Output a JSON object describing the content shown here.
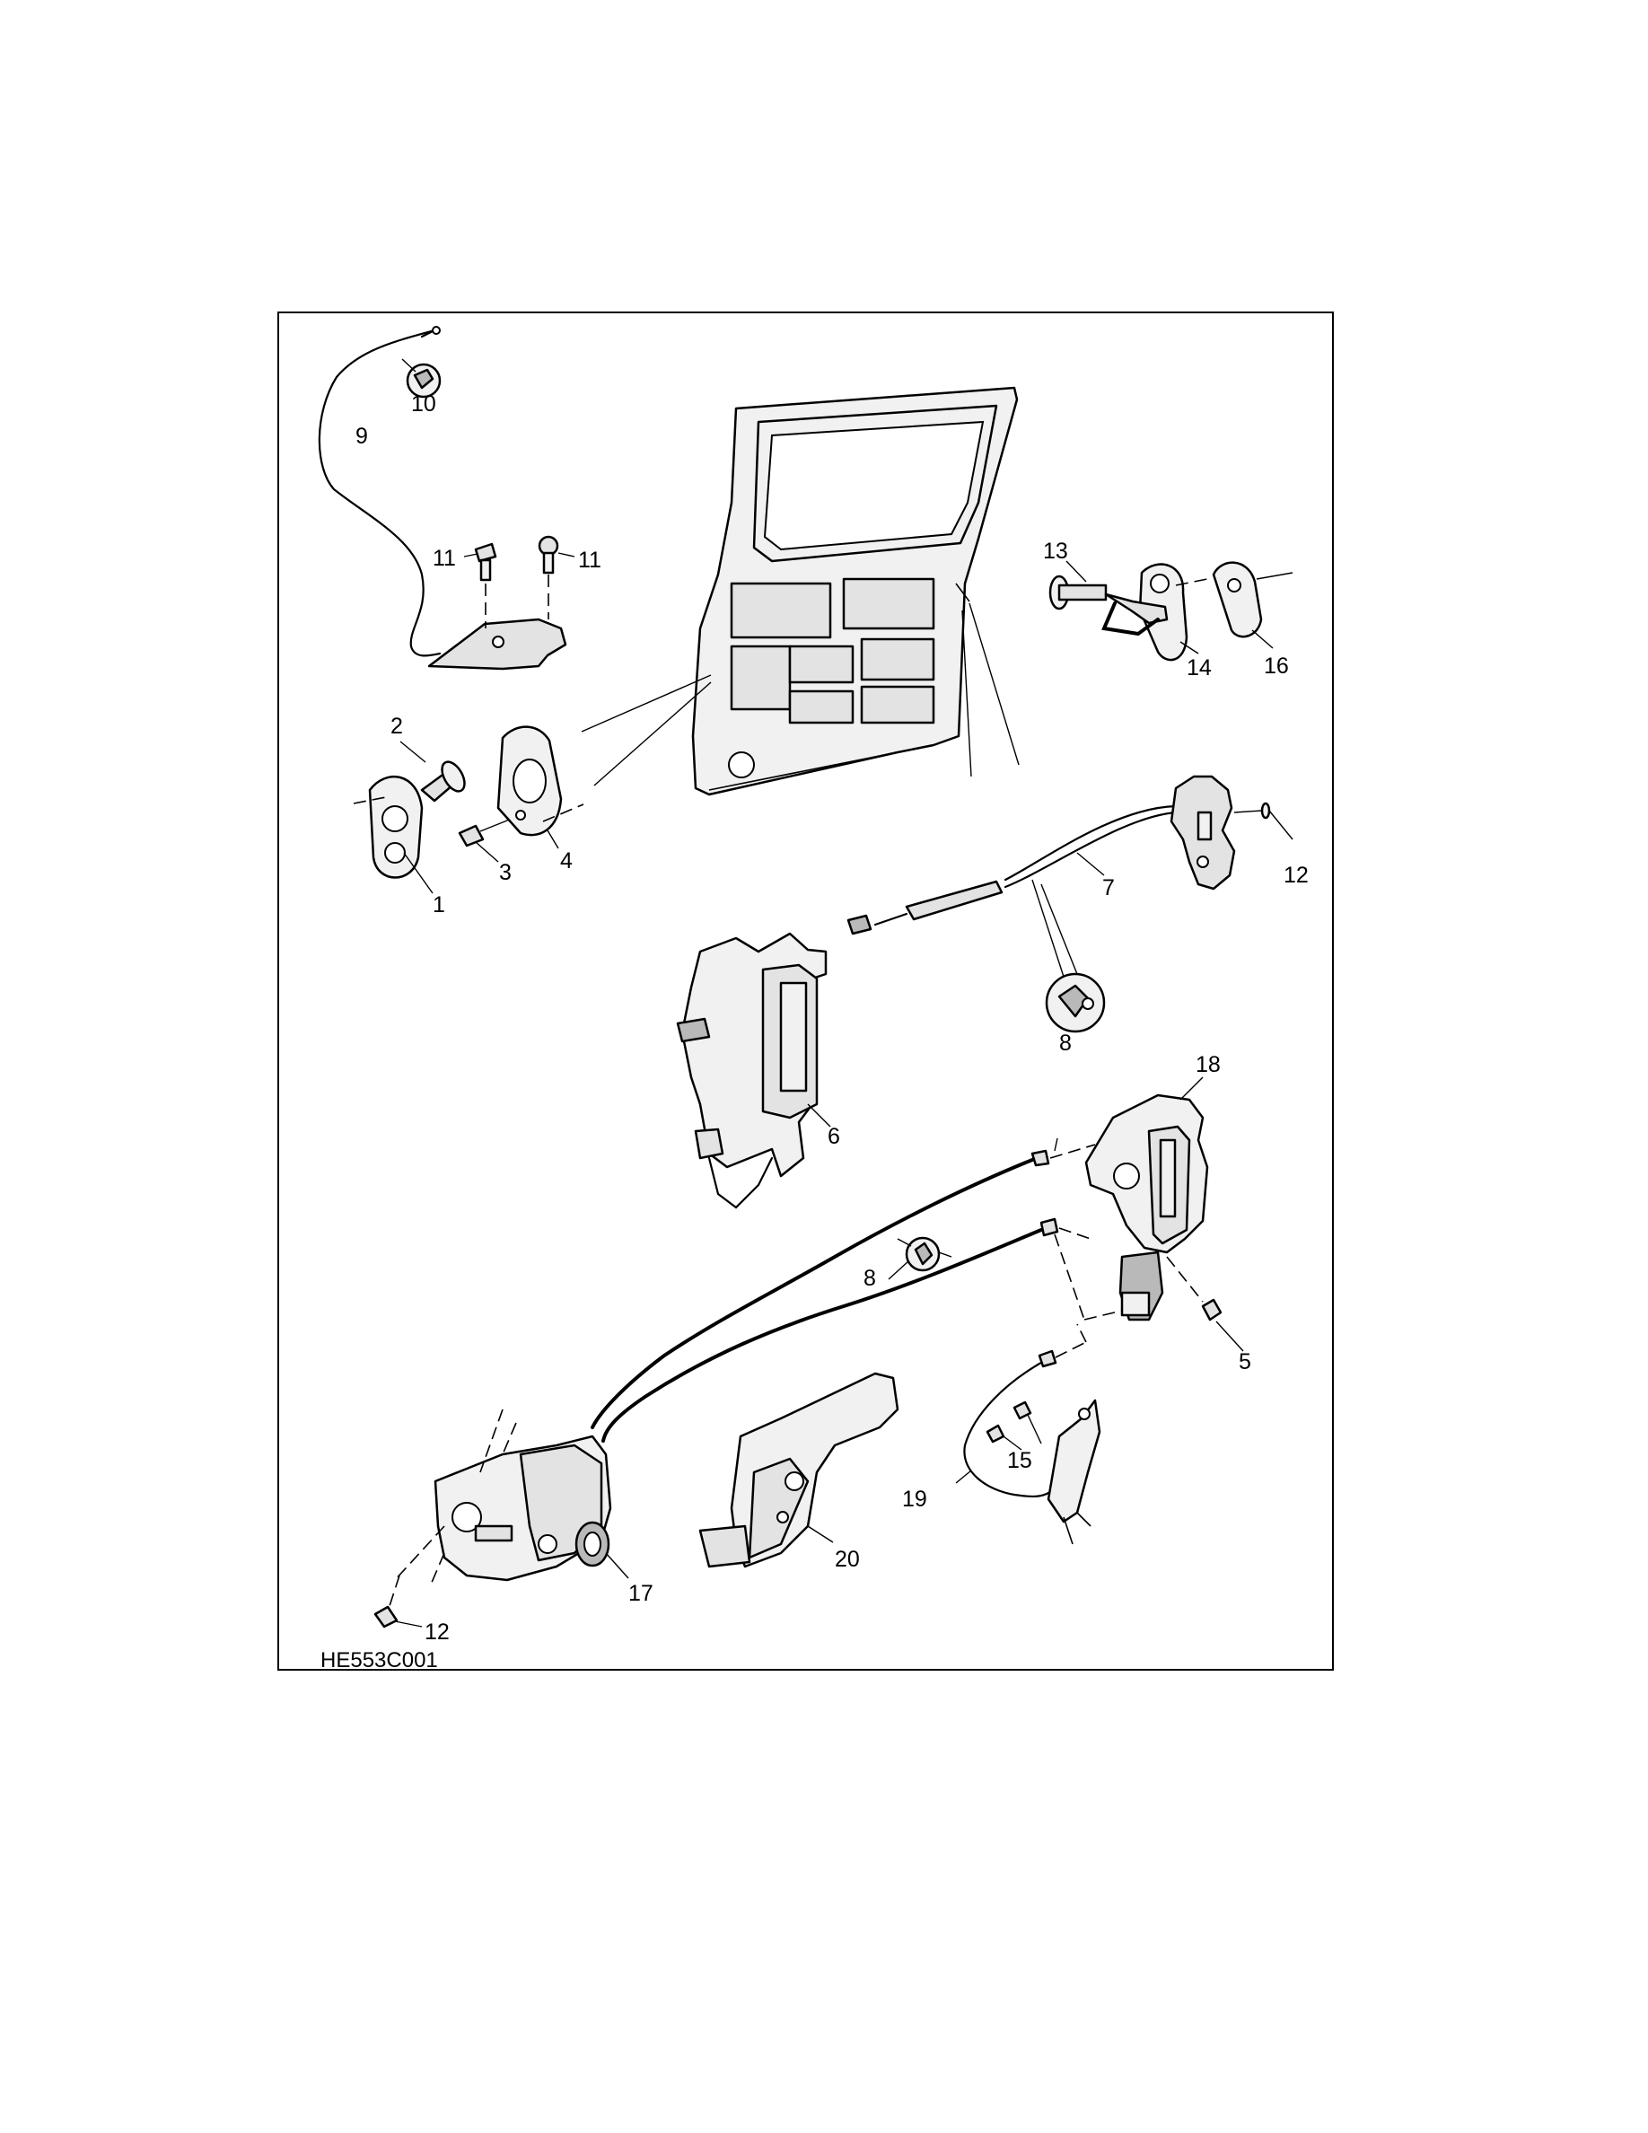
{
  "figure_id": "HE553C001",
  "callouts": {
    "c1": "1",
    "c2": "2",
    "c3": "3",
    "c4": "4",
    "c5": "5",
    "c6": "6",
    "c7": "7",
    "c8a": "8",
    "c8b": "8",
    "c9": "9",
    "c10": "10",
    "c11a": "11",
    "c11b": "11",
    "c12a": "12",
    "c12b": "12",
    "c13": "13",
    "c14": "14",
    "c15": "15",
    "c16": "16",
    "c17": "17",
    "c18": "18",
    "c19": "19",
    "c20": "20"
  }
}
